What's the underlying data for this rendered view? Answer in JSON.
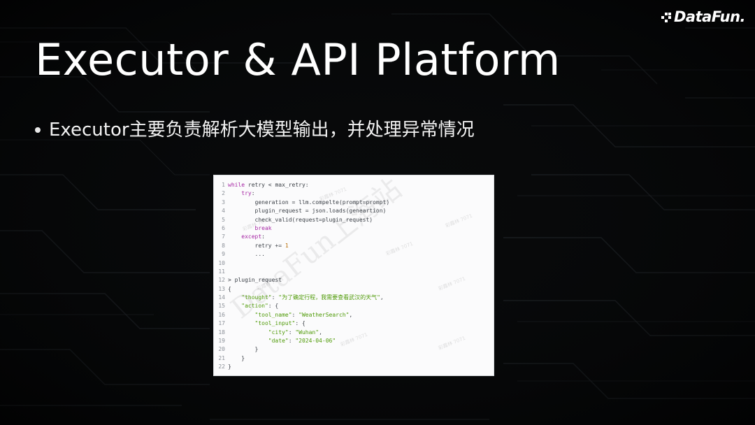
{
  "slide": {
    "logo_text": "DataFun.",
    "title": "Executor & API Platform",
    "bullets": [
      "Executor主要负责解析大模型输出，并处理异常情况"
    ]
  },
  "code_block": {
    "lines": [
      {
        "no": "1",
        "segments": [
          {
            "t": "while",
            "c": "kw"
          },
          {
            "t": " retry < max_retry:",
            "c": ""
          }
        ]
      },
      {
        "no": "2",
        "segments": [
          {
            "t": "    ",
            "c": ""
          },
          {
            "t": "try",
            "c": "kw"
          },
          {
            "t": ":",
            "c": ""
          }
        ]
      },
      {
        "no": "3",
        "segments": [
          {
            "t": "        generation = llm.compelte(prompt=prompt)",
            "c": ""
          }
        ]
      },
      {
        "no": "4",
        "segments": [
          {
            "t": "        plugin_request = json.loads(geneartion)",
            "c": ""
          }
        ]
      },
      {
        "no": "5",
        "segments": [
          {
            "t": "        check_valid(request=plugin_request)",
            "c": ""
          }
        ]
      },
      {
        "no": "6",
        "segments": [
          {
            "t": "        ",
            "c": ""
          },
          {
            "t": "break",
            "c": "kw"
          }
        ]
      },
      {
        "no": "7",
        "segments": [
          {
            "t": "    ",
            "c": ""
          },
          {
            "t": "except",
            "c": "kw"
          },
          {
            "t": ":",
            "c": ""
          }
        ]
      },
      {
        "no": "8",
        "segments": [
          {
            "t": "        retry += ",
            "c": ""
          },
          {
            "t": "1",
            "c": "num"
          }
        ]
      },
      {
        "no": "9",
        "segments": [
          {
            "t": "        ...",
            "c": ""
          }
        ]
      },
      {
        "no": "10",
        "segments": [
          {
            "t": "",
            "c": ""
          }
        ]
      },
      {
        "no": "11",
        "segments": [
          {
            "t": "",
            "c": ""
          }
        ]
      },
      {
        "no": "12",
        "segments": [
          {
            "t": "> plugin_request",
            "c": ""
          }
        ]
      },
      {
        "no": "13",
        "segments": [
          {
            "t": "{",
            "c": ""
          }
        ]
      },
      {
        "no": "14",
        "segments": [
          {
            "t": "    ",
            "c": ""
          },
          {
            "t": "\"thought\"",
            "c": "key"
          },
          {
            "t": ": ",
            "c": ""
          },
          {
            "t": "\"为了确定行程，我需要查看武汉的天气\"",
            "c": "str"
          },
          {
            "t": ",",
            "c": ""
          }
        ]
      },
      {
        "no": "15",
        "segments": [
          {
            "t": "    ",
            "c": ""
          },
          {
            "t": "\"action\"",
            "c": "key"
          },
          {
            "t": ": {",
            "c": ""
          }
        ]
      },
      {
        "no": "16",
        "segments": [
          {
            "t": "        ",
            "c": ""
          },
          {
            "t": "\"tool_name\"",
            "c": "key"
          },
          {
            "t": ": ",
            "c": ""
          },
          {
            "t": "\"WeatherSearch\"",
            "c": "str"
          },
          {
            "t": ",",
            "c": ""
          }
        ]
      },
      {
        "no": "17",
        "segments": [
          {
            "t": "        ",
            "c": ""
          },
          {
            "t": "\"tool_input\"",
            "c": "key"
          },
          {
            "t": ": {",
            "c": ""
          }
        ]
      },
      {
        "no": "18",
        "segments": [
          {
            "t": "            ",
            "c": ""
          },
          {
            "t": "\"city\"",
            "c": "key"
          },
          {
            "t": ": ",
            "c": ""
          },
          {
            "t": "\"Wuhan\"",
            "c": "str"
          },
          {
            "t": ",",
            "c": ""
          }
        ]
      },
      {
        "no": "19",
        "segments": [
          {
            "t": "            ",
            "c": ""
          },
          {
            "t": "\"date\"",
            "c": "key"
          },
          {
            "t": ": ",
            "c": ""
          },
          {
            "t": "\"2024-04-06\"",
            "c": "str"
          }
        ]
      },
      {
        "no": "20",
        "segments": [
          {
            "t": "        }",
            "c": ""
          }
        ]
      },
      {
        "no": "21",
        "segments": [
          {
            "t": "    }",
            "c": ""
          }
        ]
      },
      {
        "no": "22",
        "segments": [
          {
            "t": "}",
            "c": ""
          }
        ]
      }
    ]
  },
  "watermark": {
    "main_text": "DataFun上海站",
    "small_text": "彩霞林 7071"
  },
  "colors": {
    "background": "#070809",
    "keyword": "#a626a4",
    "string": "#4e9a06",
    "number": "#b76b01"
  }
}
